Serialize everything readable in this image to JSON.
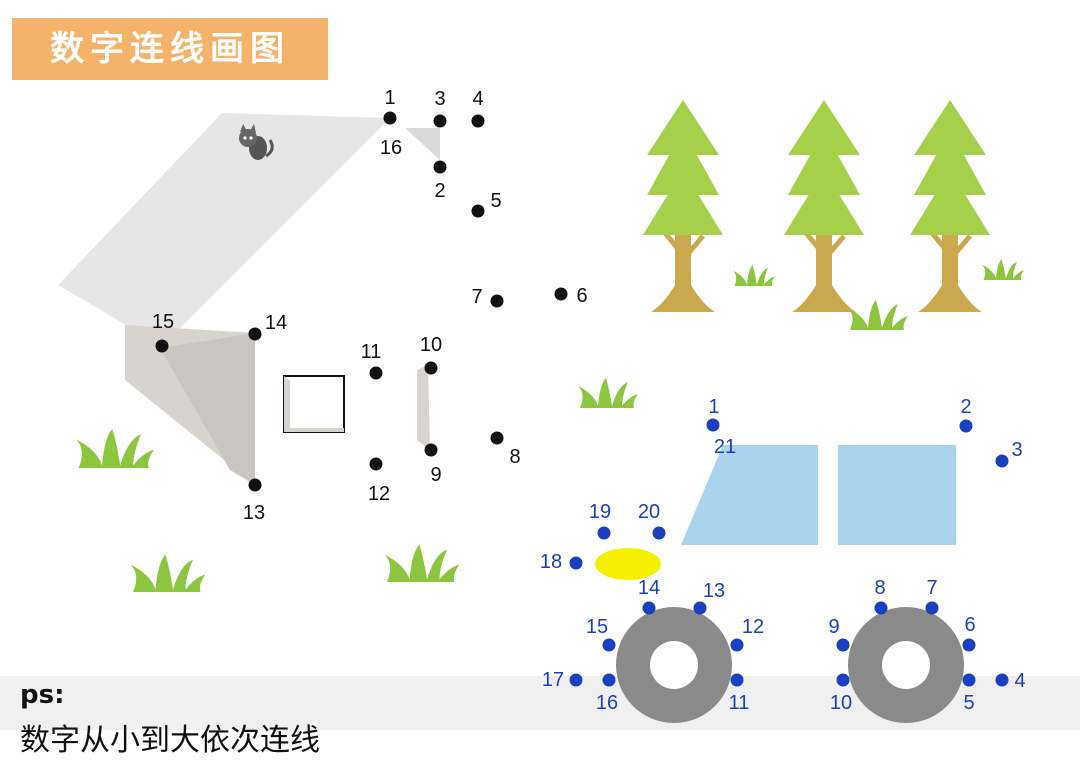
{
  "title": "数字连线画图",
  "ps": {
    "label": "ps:",
    "text": "数字从小到大依次连线"
  },
  "colors": {
    "title_bg": "#f5b26b",
    "house_dot": "#111111",
    "car_dot": "#1a3fbf",
    "car_window": "#a9d4ec",
    "headlight": "#f5ef00",
    "tire": "#8a8a8a",
    "tree_green": "#a6d04a",
    "trunk": "#c9a84e",
    "grass": "#8cc63f"
  },
  "house_dots": [
    {
      "label": "1"
    },
    {
      "label": "2"
    },
    {
      "label": "3"
    },
    {
      "label": "4"
    },
    {
      "label": "5"
    },
    {
      "label": "6"
    },
    {
      "label": "7"
    },
    {
      "label": "8"
    },
    {
      "label": "9"
    },
    {
      "label": "10"
    },
    {
      "label": "11"
    },
    {
      "label": "12"
    },
    {
      "label": "13"
    },
    {
      "label": "14"
    },
    {
      "label": "15"
    },
    {
      "label": "16"
    }
  ],
  "car_dots": [
    {
      "label": "1"
    },
    {
      "label": "2"
    },
    {
      "label": "3"
    },
    {
      "label": "4"
    },
    {
      "label": "5"
    },
    {
      "label": "6"
    },
    {
      "label": "7"
    },
    {
      "label": "8"
    },
    {
      "label": "9"
    },
    {
      "label": "10"
    },
    {
      "label": "11"
    },
    {
      "label": "12"
    },
    {
      "label": "13"
    },
    {
      "label": "14"
    },
    {
      "label": "15"
    },
    {
      "label": "16"
    },
    {
      "label": "17"
    },
    {
      "label": "18"
    },
    {
      "label": "19"
    },
    {
      "label": "20"
    },
    {
      "label": "21"
    }
  ]
}
